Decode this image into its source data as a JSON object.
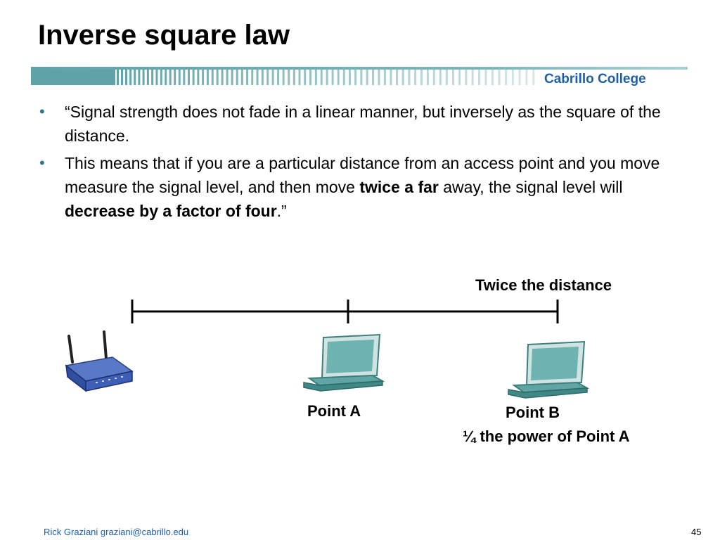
{
  "slide": {
    "title": "Inverse square law",
    "college": "Cabrillo College",
    "bullets": [
      {
        "text_1": "“Signal strength does not fade in a linear manner, but inversely as the square of the distance."
      },
      {
        "text_1": "This means that if you are a particular distance from an access point and you move measure the signal level, and then move ",
        "bold_1": "twice a far",
        "text_2": " away, the signal level will ",
        "bold_2": "decrease by a factor of four",
        "text_3": ".”"
      }
    ],
    "diagram": {
      "distance_label": "Twice the distance",
      "point_a_label": "Point A",
      "point_b_label": "Point B",
      "point_b_sublabel": "¼ the power of Point A",
      "router_icon": "wireless-router-icon",
      "laptop_icon": "laptop-icon"
    },
    "footer": {
      "author": "Rick Graziani  graziani@cabrillo.edu",
      "page_number": "45"
    }
  },
  "colors": {
    "banner": "#5fa3a8",
    "college": "#1f5fa8",
    "bullet": "#2b7a8c",
    "router": "#3d5fb8",
    "laptop": "#4f9a98"
  }
}
